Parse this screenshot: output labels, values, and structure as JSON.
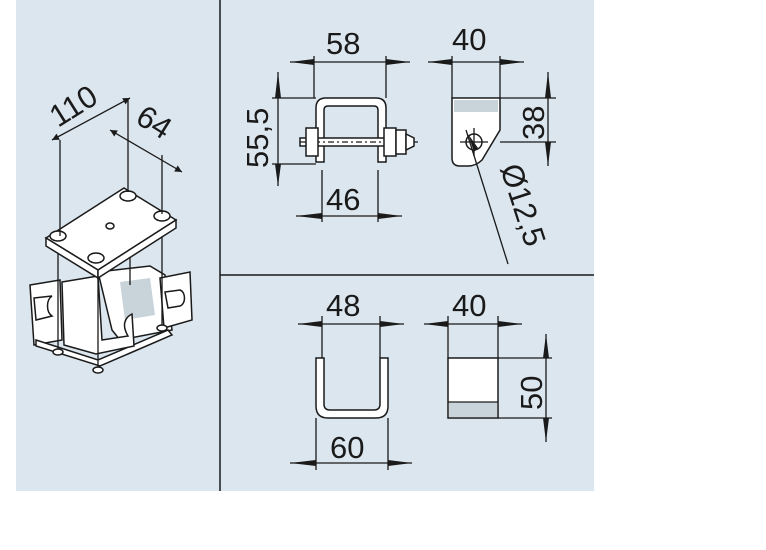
{
  "colors": {
    "panel_background": "#dce6ee",
    "divider": "#1a1a1a",
    "outline": "#1a1a1a",
    "part_fill": "#ffffff",
    "part_shade": "#c9d3da"
  },
  "views": {
    "isometric": {
      "dims": {
        "width": "110",
        "depth": "64"
      }
    },
    "bracket_front": {
      "dims": {
        "top": "58",
        "height": "55,5",
        "bottom": "46"
      }
    },
    "bracket_side": {
      "dims": {
        "width": "40",
        "height": "38",
        "hole": "Ø12,5"
      }
    },
    "channel_front": {
      "dims": {
        "top": "48",
        "bottom": "60"
      }
    },
    "channel_side": {
      "dims": {
        "width": "40",
        "height": "50"
      }
    }
  }
}
